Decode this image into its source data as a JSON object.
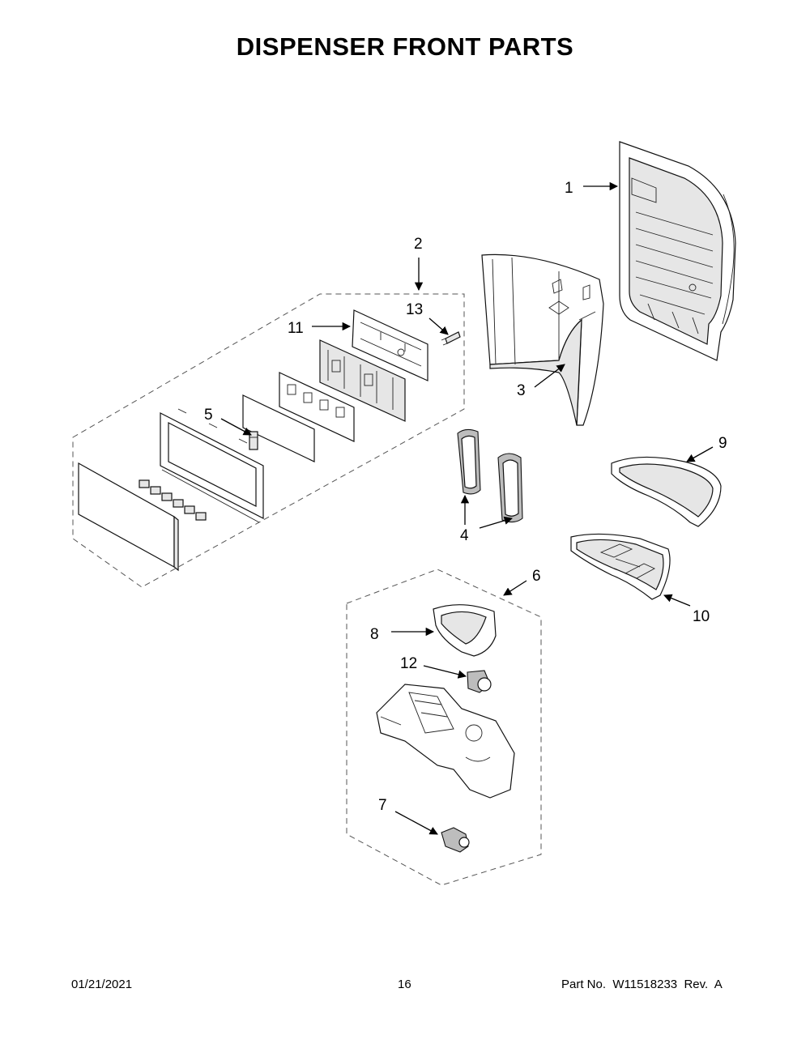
{
  "title": "DISPENSER FRONT PARTS",
  "callouts": {
    "c1": "1",
    "c2": "2",
    "c3": "3",
    "c4": "4",
    "c5": "5",
    "c6": "6",
    "c7": "7",
    "c8": "8",
    "c9": "9",
    "c10": "10",
    "c11": "11",
    "c12": "12",
    "c13": "13"
  },
  "footer": {
    "date": "01/21/2021",
    "page": "16",
    "part_no": "Part No.  W11518233  Rev.  A"
  }
}
